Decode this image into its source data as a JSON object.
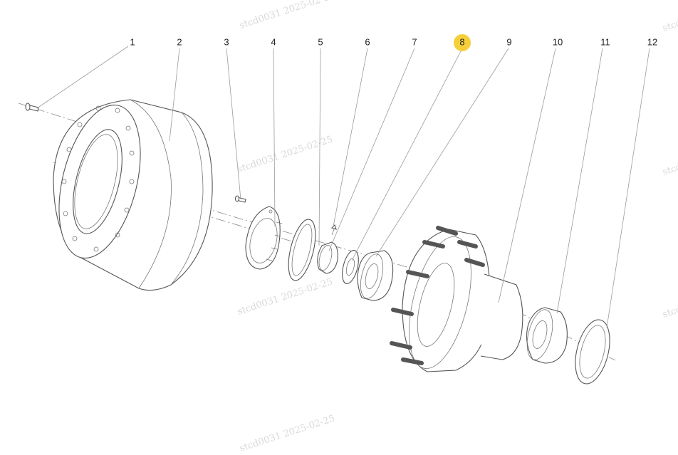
{
  "watermarks": [
    "stcd0031 2025-02-25",
    "stcd0031 2025-02-25",
    "stcd0031 2025-02-25",
    "stcd0031 2025-02-25",
    "stcd0031",
    "stcd0031",
    "stcd0031"
  ],
  "callouts": [
    {
      "label": "1",
      "highlighted": false
    },
    {
      "label": "2",
      "highlighted": false
    },
    {
      "label": "3",
      "highlighted": false
    },
    {
      "label": "4",
      "highlighted": false
    },
    {
      "label": "5",
      "highlighted": false
    },
    {
      "label": "6",
      "highlighted": false
    },
    {
      "label": "7",
      "highlighted": false
    },
    {
      "label": "8",
      "highlighted": true
    },
    {
      "label": "9",
      "highlighted": false
    },
    {
      "label": "10",
      "highlighted": false
    },
    {
      "label": "11",
      "highlighted": false
    },
    {
      "label": "12",
      "highlighted": false
    }
  ],
  "colors": {
    "highlight": "#f5cf3a",
    "line": "#555555",
    "watermark": "#d9d9d9"
  }
}
